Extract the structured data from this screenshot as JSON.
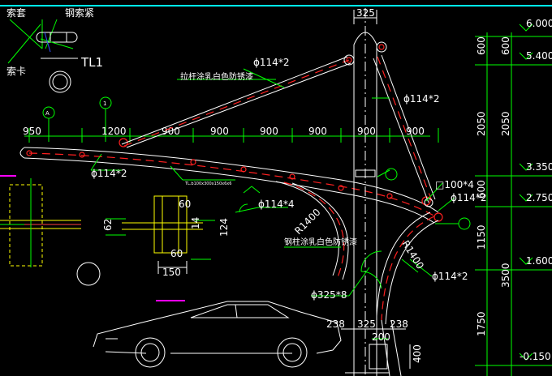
{
  "legend": {
    "rope_cover": "索套",
    "rope_clamp": "钢索紧",
    "rope_card": "索卡",
    "tie_rod_label": "TL1"
  },
  "elevations": [
    "6.000",
    "5.400",
    "3.350",
    "2.750",
    "1.600",
    "-0.150"
  ],
  "vertical_dims_outer": [
    "600",
    "2050",
    "600",
    "1150",
    "1750"
  ],
  "vertical_dims_inner": [
    "600",
    "2050",
    "3500"
  ],
  "top_dims": {
    "spacings": [
      "950",
      "1200",
      "900",
      "900",
      "900",
      "900",
      "900",
      "900"
    ],
    "column_width": "325"
  },
  "bottom_dims": [
    "238",
    "325",
    "238",
    "200",
    "400"
  ],
  "notes": {
    "tie_rod_paint": "拉杆涂乳白色防锈漆",
    "column_paint": "钢柱涂乳白色防锈漆",
    "purlin": "TL.b100x300x150x6x6",
    "top_tie": "ϕ114*2",
    "left_pipe": "ϕ114*2",
    "right_brace": "ϕ114*2",
    "mid_pipe": "ϕ114*4",
    "end_pipe": "ϕ114*2",
    "lower_brace": "ϕ114*2",
    "column": "ϕ325*8",
    "square": "□100*4",
    "radius_1": "R1400",
    "radius_2": "R1400"
  },
  "detail": {
    "dims": [
      "60",
      "60",
      "62",
      "14",
      "124",
      "150"
    ]
  },
  "axis_markers": [
    "A",
    "1"
  ]
}
